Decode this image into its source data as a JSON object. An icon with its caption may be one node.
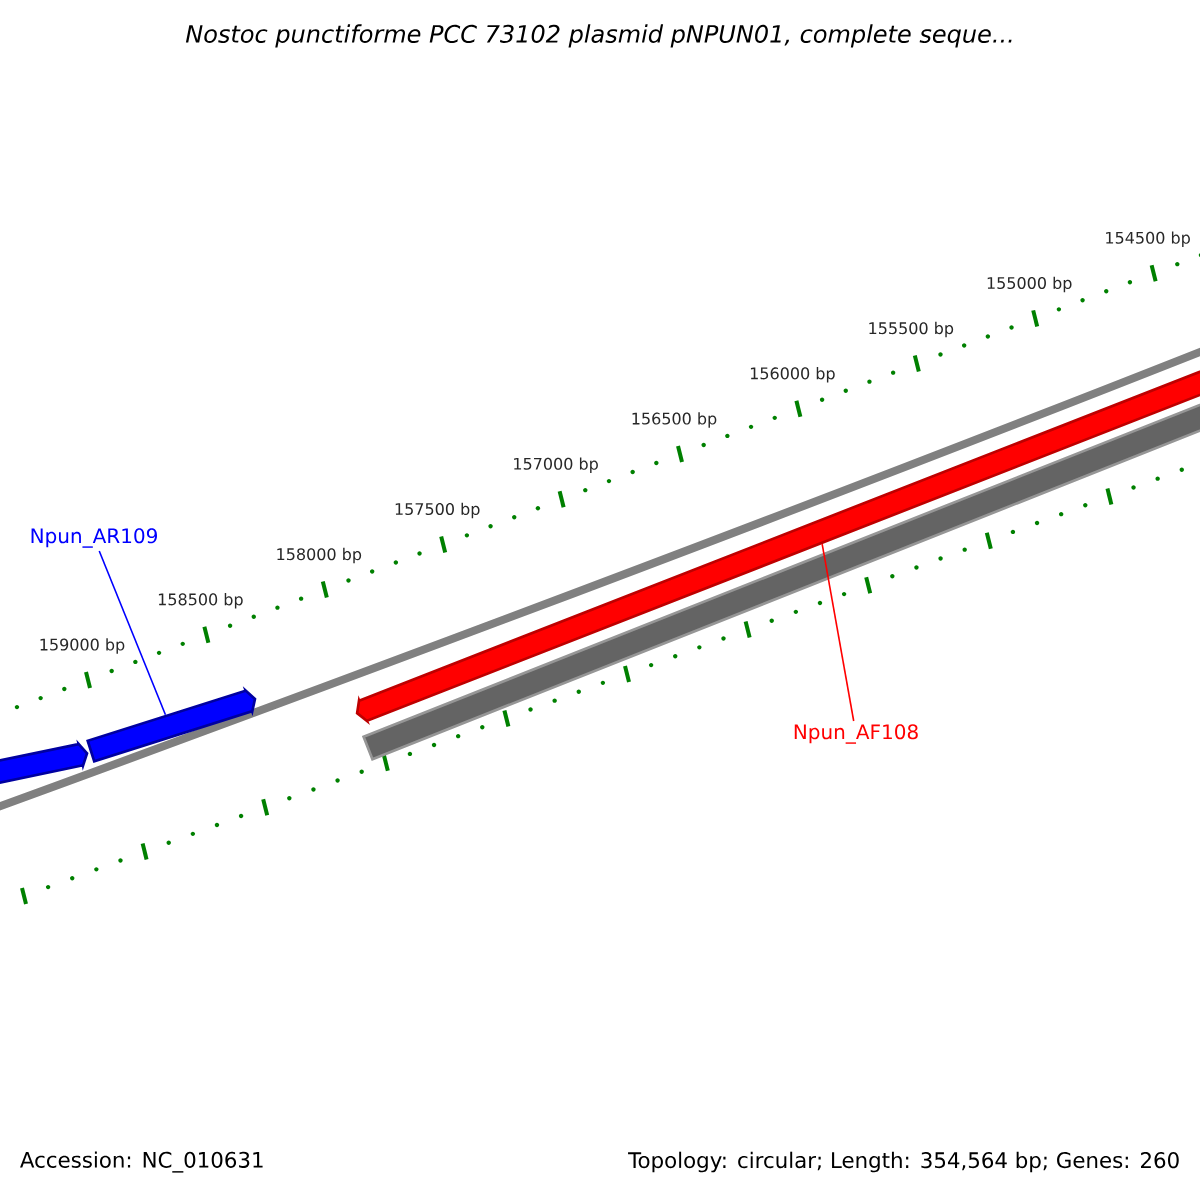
{
  "diagram": {
    "title": "Nostoc punctiforme PCC 73102 plasmid pNPUN01, complete seque...",
    "nodes": [
      {
        "text": [
          "Npun_AR109"
        ]
      },
      {
        "text": [],
        "shape": "bar"
      },
      {
        "text": [],
        "shape": "bar"
      },
      {
        "text": [],
        "shape": "bar"
      },
      {
        "text": [],
        "shape": "bar"
      },
      {
        "text": [
          "Npun_AF108"
        ]
      }
    ],
    "edges": [
      {
        "from": 0,
        "to": 2,
        "arrow": "none",
        "color": "#0000ff"
      },
      {
        "from": 5,
        "to": 3,
        "arrow": "none",
        "color": "#ff0000"
      }
    ],
    "labels": [
      "159000 bp",
      "158500 bp",
      "158000 bp",
      "157500 bp",
      "157000 bp",
      "156500 bp",
      "156000 bp",
      "155500 bp",
      "155000 bp",
      "154500 bp",
      "Accession: NC_010631",
      "Topology: circular; Length: 354,564 bp; Genes: 260"
    ]
  }
}
